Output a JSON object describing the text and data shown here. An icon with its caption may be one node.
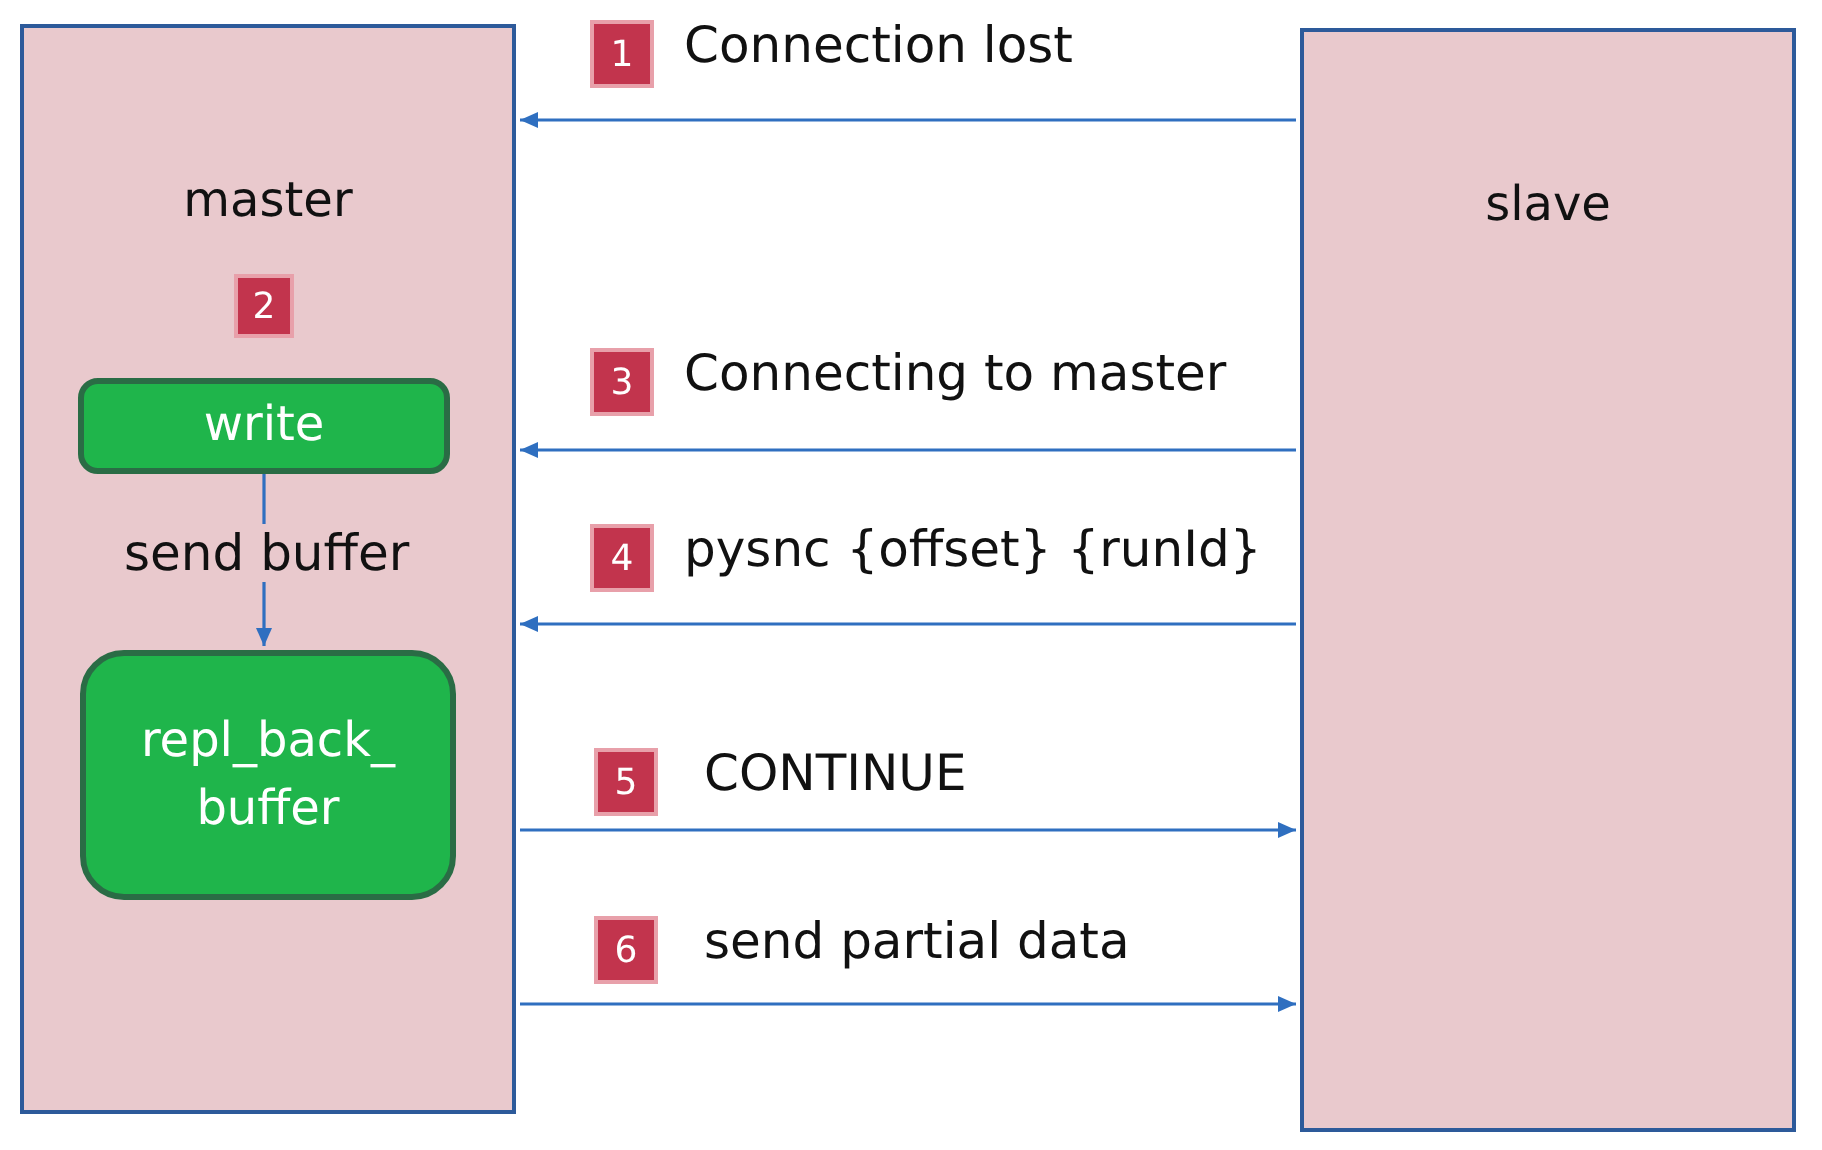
{
  "diagram": {
    "nodes": [
      {
        "text": [
          "master"
        ]
      },
      {
        "text": [
          "2"
        ],
        "in": 0
      },
      {
        "text": [
          "write"
        ],
        "in": 0
      },
      {
        "text": [
          "repl_back_ buffer"
        ],
        "in": 0
      },
      {
        "text": [
          "slave"
        ]
      },
      {
        "text": [
          "1"
        ]
      },
      {
        "text": [
          "3"
        ]
      },
      {
        "text": [
          "4"
        ]
      },
      {
        "text": [
          "5"
        ]
      },
      {
        "text": [
          "6"
        ]
      }
    ],
    "edges": [
      {
        "from": 4,
        "to": 0,
        "arrow": "to",
        "label": "Connection lost"
      },
      {
        "from": 4,
        "to": 0,
        "arrow": "to",
        "label": "Connecting to master"
      },
      {
        "from": 4,
        "to": 0,
        "arrow": "to",
        "label": "pysnc {offset} {runId}"
      },
      {
        "from": 0,
        "to": 4,
        "arrow": "to",
        "label": "CONTINUE"
      },
      {
        "from": 0,
        "to": 4,
        "arrow": "to",
        "label": "send partial data"
      },
      {
        "from": 2,
        "to": 3,
        "arrow": "to",
        "label": "send buffer"
      }
    ]
  }
}
